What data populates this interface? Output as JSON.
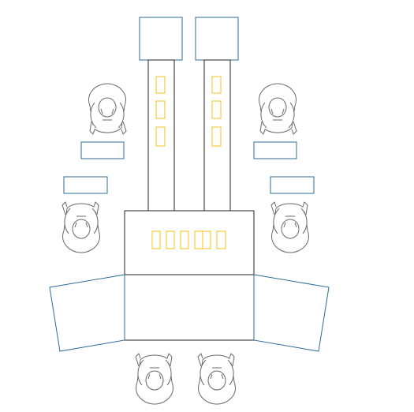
{
  "colors": {
    "outline": "#222222",
    "person": "#6a6a6a",
    "blue": "#2f6b94",
    "accent": "#f2c21a",
    "background": "#ffffff"
  },
  "icons": {
    "person": "person-top-view-icon",
    "chair_marker": "yellow-outline-rectangle-icon"
  },
  "layout_description": {
    "left_column_markers": 3,
    "right_column_markers": 3,
    "central_table_markers": 6,
    "people": 6
  }
}
